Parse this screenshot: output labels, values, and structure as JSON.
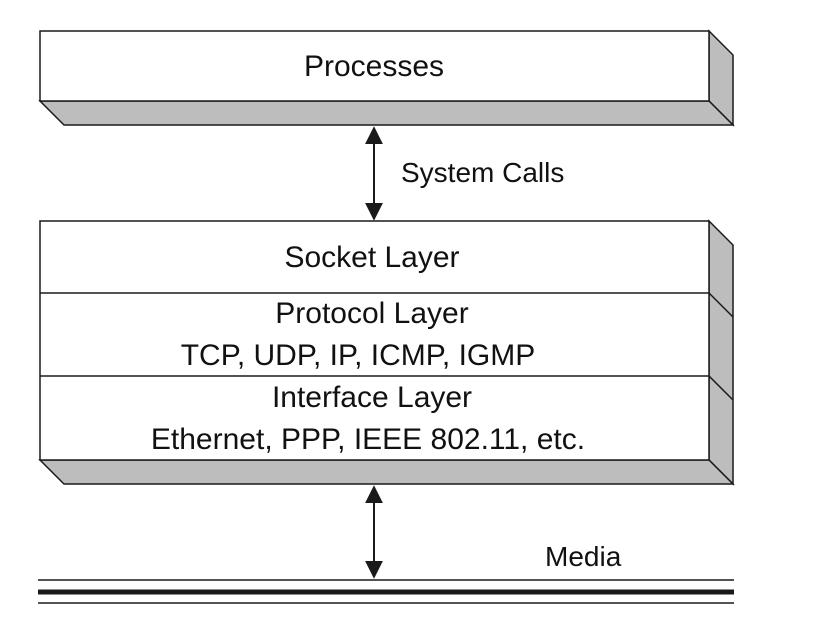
{
  "processes": {
    "label": "Processes"
  },
  "system_calls": {
    "label": "System Calls"
  },
  "socket_layer": {
    "label": "Socket Layer"
  },
  "protocol_layer": {
    "title": "Protocol Layer",
    "protocols": "TCP, UDP, IP, ICMP, IGMP"
  },
  "interface_layer": {
    "title": "Interface Layer",
    "interfaces": "Ethernet, PPP, IEEE 802.11, etc."
  },
  "media": {
    "label": "Media"
  },
  "colors": {
    "box_face": "#ffffff",
    "box_shadow": "#bdbdbd",
    "stroke": "#1a1a1a"
  }
}
